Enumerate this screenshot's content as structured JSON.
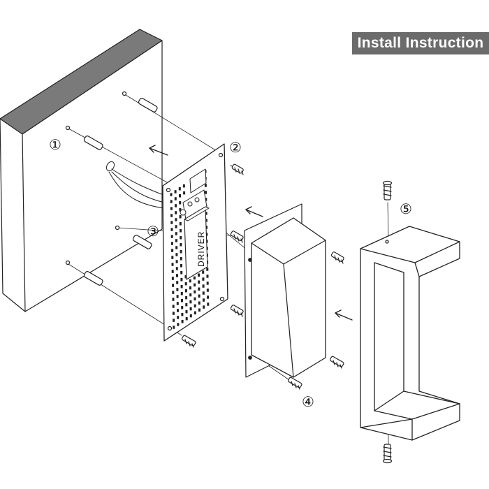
{
  "header": {
    "title": "Install Instruction"
  },
  "labels": {
    "step1": "①",
    "step2": "②",
    "step3": "③",
    "step4": "④",
    "step5": "⑤",
    "driver": "DRIVER"
  },
  "colors": {
    "title_bg": "#6b6b6b",
    "wall_top": "#7a7a7a",
    "line": "#222222"
  }
}
